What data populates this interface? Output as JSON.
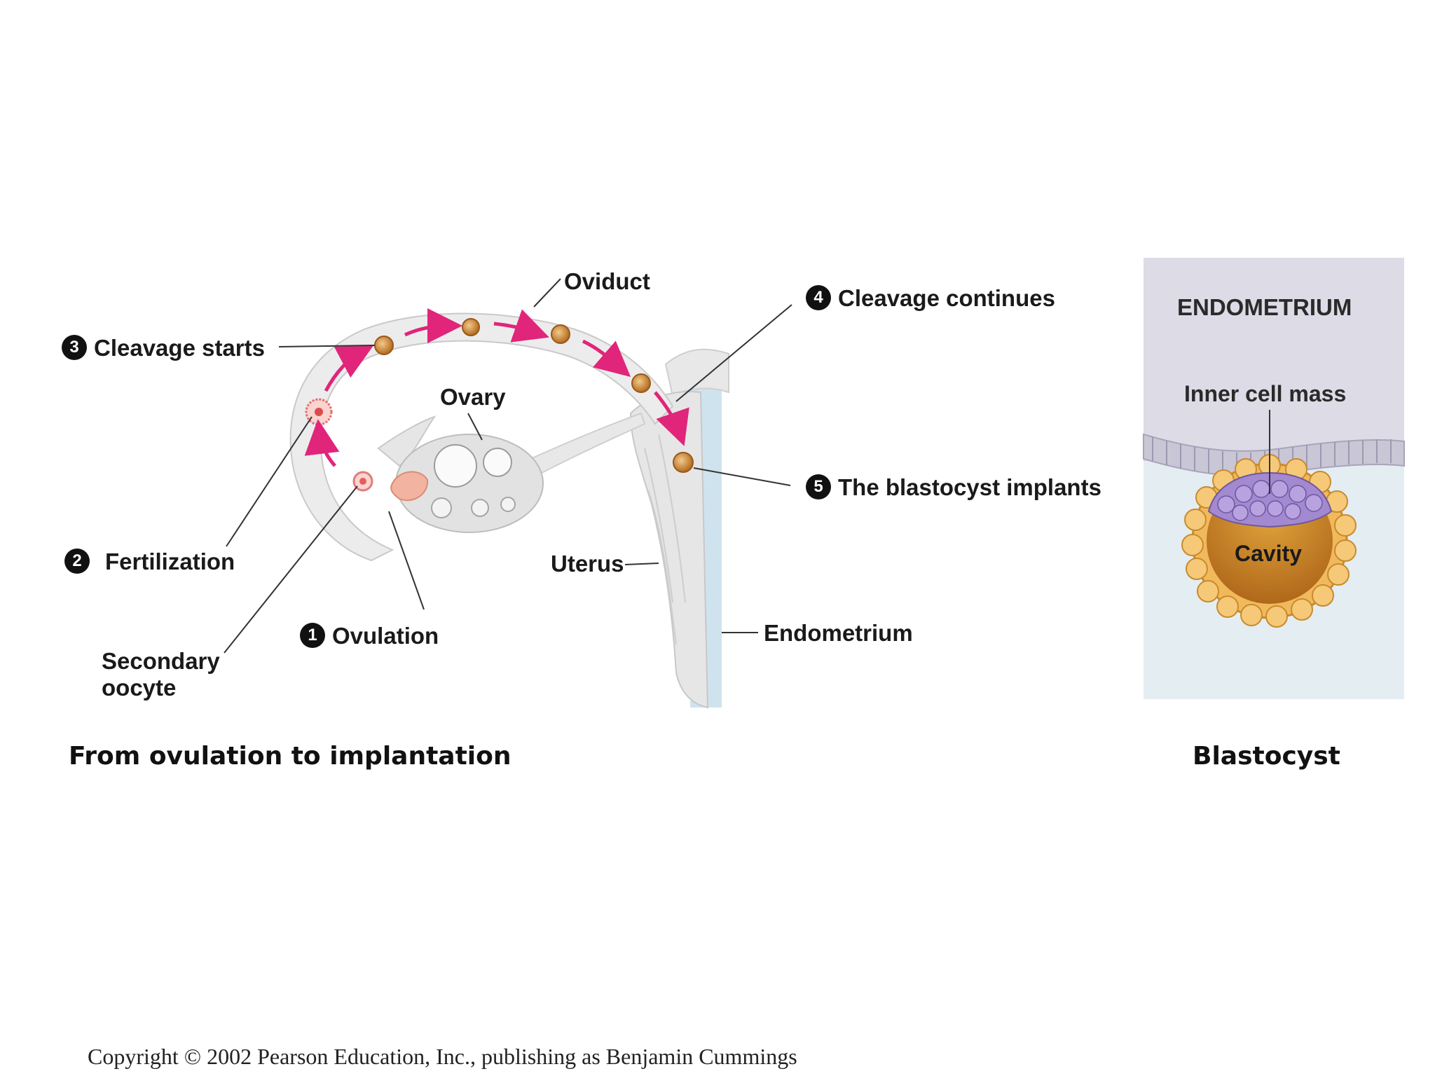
{
  "diagram": {
    "steps": [
      {
        "number": "1",
        "label": "Ovulation"
      },
      {
        "number": "2",
        "label": "Fertilization"
      },
      {
        "number": "3",
        "label": "Cleavage starts"
      },
      {
        "number": "4",
        "label": "Cleavage continues"
      },
      {
        "number": "5",
        "label": "The blastocyst implants"
      }
    ],
    "labels": {
      "oviduct": "Oviduct",
      "ovary": "Ovary",
      "uterus": "Uterus",
      "endometrium": "Endometrium",
      "secondary_oocyte_line1": "Secondary",
      "secondary_oocyte_line2": "oocyte"
    },
    "caption": "From ovulation to implantation"
  },
  "blastocyst_panel": {
    "endometrium": "ENDOMETRIUM",
    "inner_cell_mass": "Inner cell mass",
    "cavity": "Cavity",
    "caption": "Blastocyst"
  },
  "copyright": "Copyright © 2002 Pearson Education, Inc., publishing as Benjamin Cummings",
  "colors": {
    "arrow": "#e0257a",
    "tube": "#ececec",
    "uterus_fluid": "#cfe3ee",
    "endometrium_bg": "#dcdbe6",
    "embryo": "#c8822e",
    "inner_cells": "#a389cf"
  }
}
